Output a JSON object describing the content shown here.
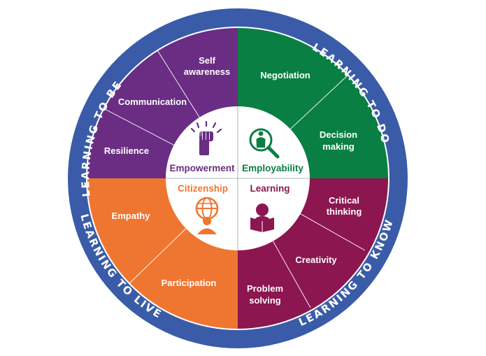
{
  "colors": {
    "ring": "#3a5ca8",
    "ring_edge": "#2d4a8f",
    "ring_text": "#ffffff",
    "purple": "#6a2d83",
    "green": "#0a7f43",
    "orange": "#ef7630",
    "maroon": "#8c1650",
    "center": "#ffffff",
    "divider": "#ffffff"
  },
  "outer_ring": {
    "be": "LEARNING TO BE",
    "do": "LEARNING TO DO",
    "know": "LEARNING TO KNOW",
    "live": "LEARNING TO LIVE"
  },
  "quadrants": {
    "be": {
      "skills": [
        "Self",
        "awareness",
        "Communication",
        "Resilience"
      ]
    },
    "do": {
      "skills": [
        "Negotiation",
        "Decision",
        "making"
      ]
    },
    "live": {
      "skills": [
        "Empathy",
        "Participation"
      ]
    },
    "know": {
      "skills": [
        "Critical",
        "thinking",
        "Creativity",
        "Problem",
        "solving"
      ]
    }
  },
  "core": {
    "empowerment": "Empowerment",
    "employability": "Employability",
    "citizenship": "Citizenship",
    "learning": "Learning"
  },
  "icons": {
    "empowerment": "raised-fist-icon",
    "employability": "person-magnifier-icon",
    "citizenship": "globe-person-icon",
    "learning": "person-reading-icon"
  }
}
